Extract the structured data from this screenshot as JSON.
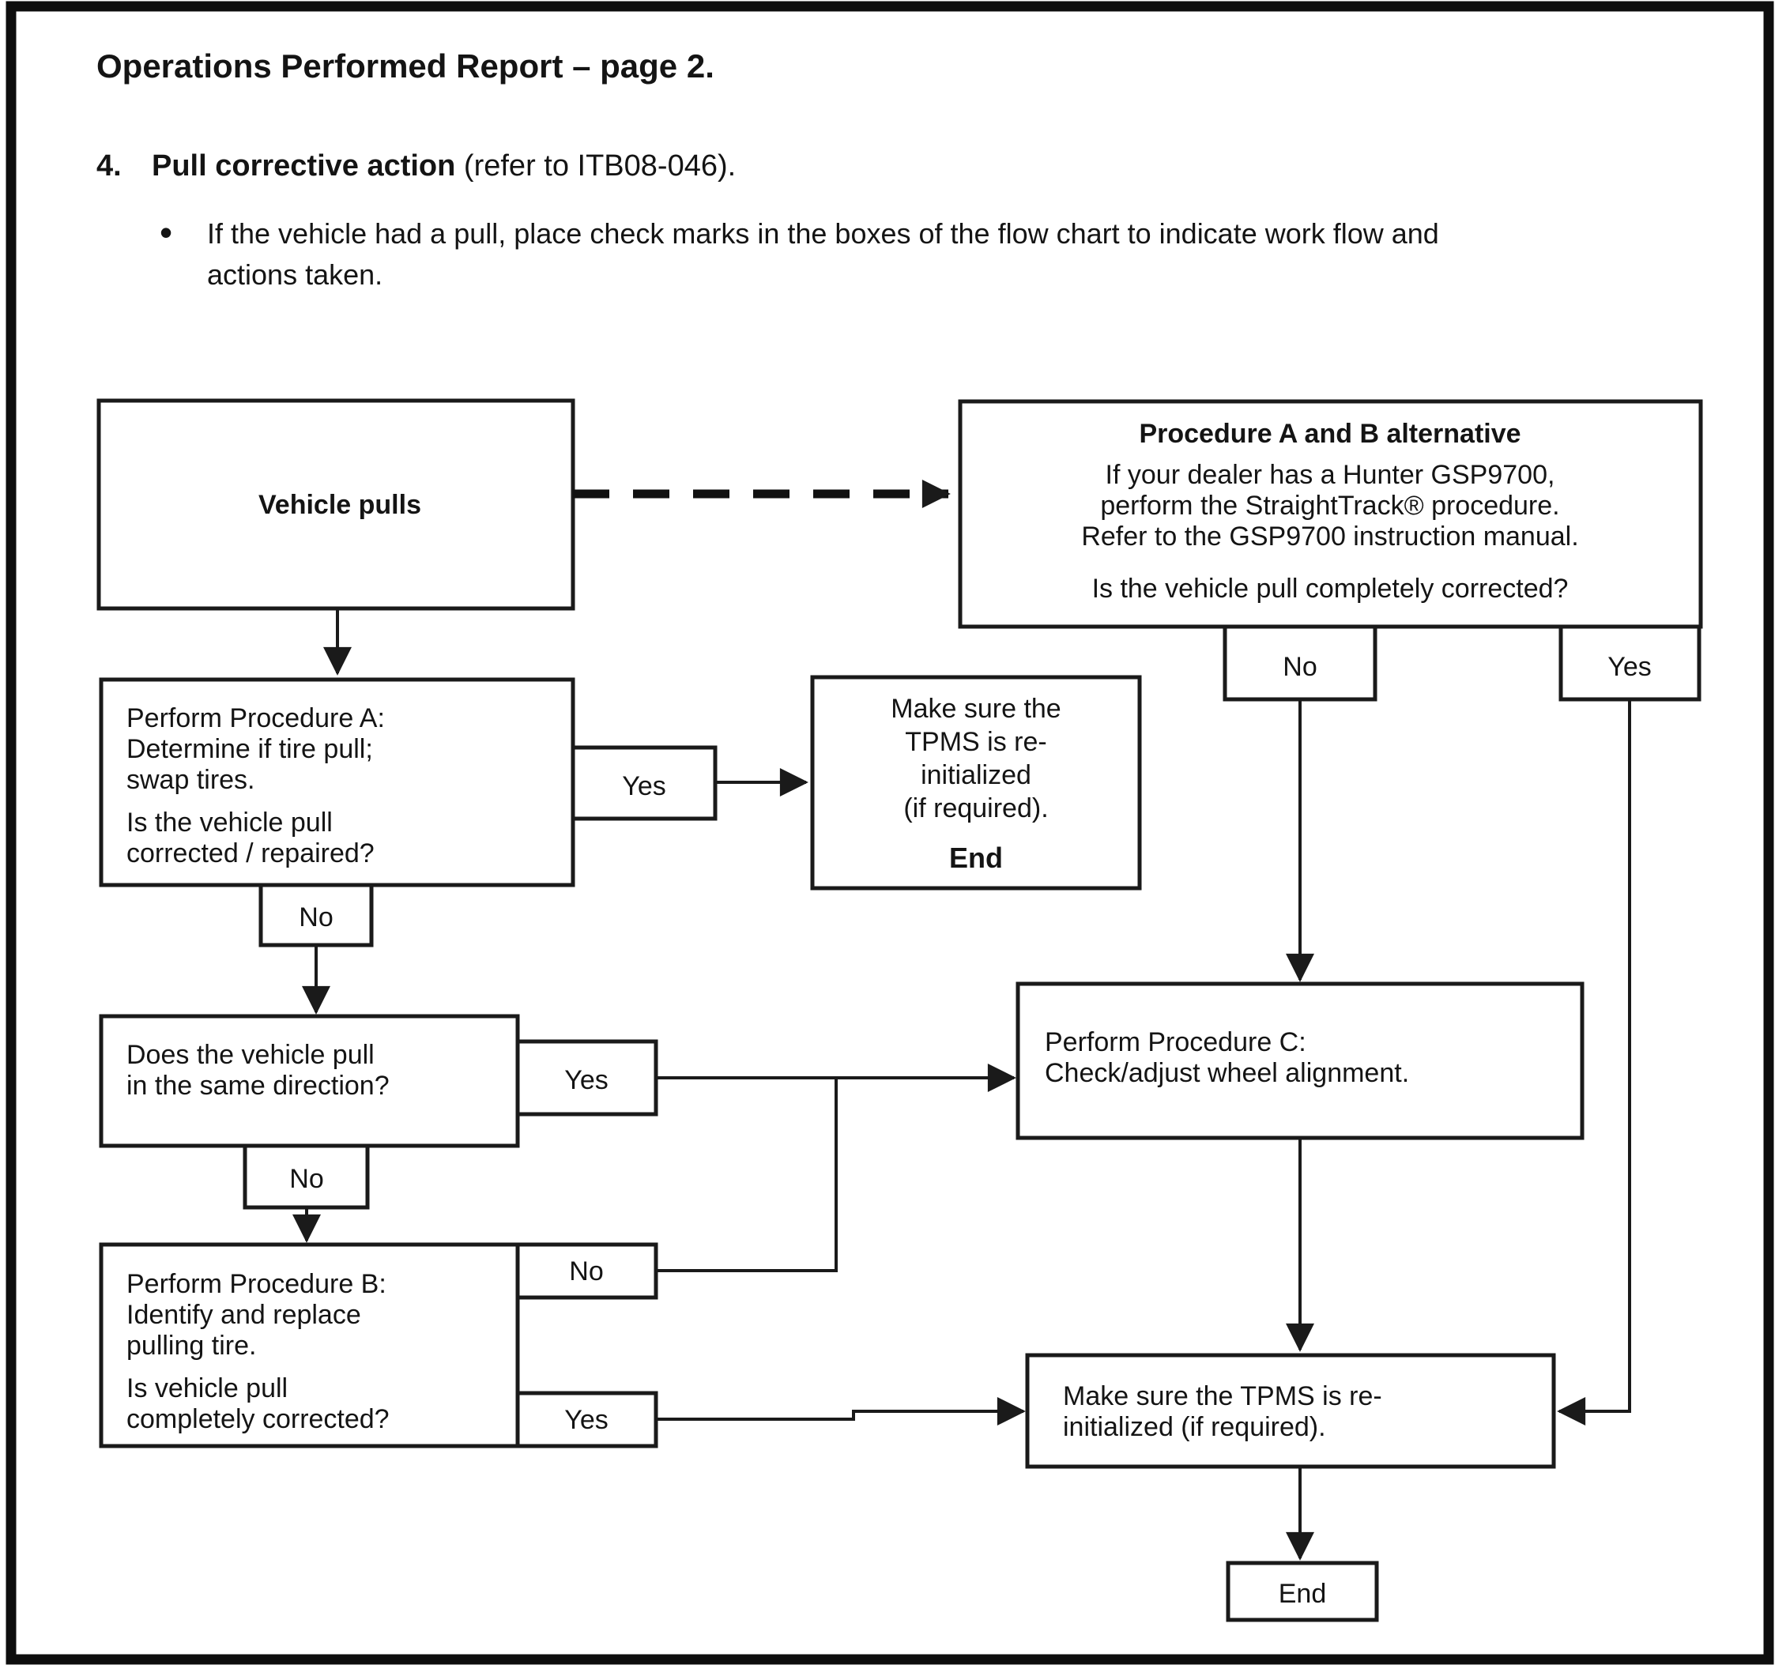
{
  "header": {
    "title": "Operations Performed Report – page 2.",
    "item_number": "4.",
    "item_title": "Pull corrective action",
    "item_suffix": " (refer to ITB08-046).",
    "bullet_glyph": "•",
    "bullet_line1": "If the vehicle had a pull, place check marks in the boxes of the flow chart to indicate work flow and",
    "bullet_line2": "actions taken."
  },
  "flowchart": {
    "vehicle_pulls": {
      "label": "Vehicle pulls"
    },
    "alt": {
      "title": "Procedure A and B alternative",
      "line1": "If your dealer has a Hunter GSP9700,",
      "line2": "perform the StraightTrack® procedure.",
      "line3": "Refer to the GSP9700 instruction manual.",
      "question": "Is the vehicle pull completely corrected?",
      "no_label": "No",
      "yes_label": "Yes"
    },
    "proc_a": {
      "line1": "Perform Procedure A:",
      "line2": "Determine if tire pull;",
      "line3": "swap tires.",
      "line4": "Is the vehicle pull",
      "line5": "corrected / repaired?",
      "yes_label": "Yes",
      "no_label": "No"
    },
    "tpms_end": {
      "line1": "Make sure the",
      "line2": "TPMS is re-",
      "line3": "initialized",
      "line4": "(if required).",
      "end_label": "End"
    },
    "same_direction": {
      "line1": "Does the vehicle pull",
      "line2": "in the same direction?",
      "yes_label": "Yes",
      "no_label": "No"
    },
    "proc_b": {
      "line1": "Perform Procedure B:",
      "line2": "Identify and replace",
      "line3": "pulling tire.",
      "line4": "Is vehicle pull",
      "line5": "completely corrected?",
      "no_label": "No",
      "yes_label": "Yes"
    },
    "proc_c": {
      "line1": "Perform Procedure C:",
      "line2": "Check/adjust wheel alignment."
    },
    "tpms2": {
      "line1": "Make sure the TPMS is re-",
      "line2": "initialized (if required)."
    },
    "end": {
      "label": "End"
    }
  }
}
